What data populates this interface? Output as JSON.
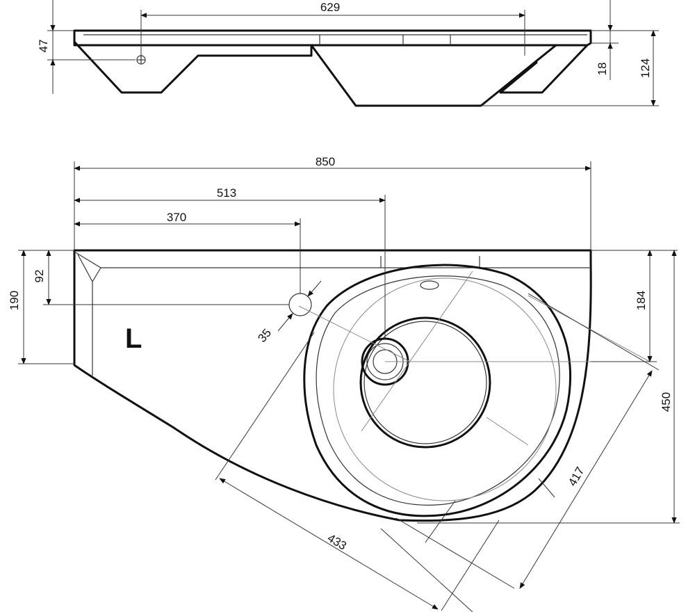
{
  "dimensions": {
    "top_width": "629",
    "top_left_height": "47",
    "top_right_small": "18",
    "top_right_height": "124",
    "total_width": "850",
    "drain_offset": "513",
    "tap_offset": "370",
    "left_height": "190",
    "tap_vertical": "92",
    "tap_diameter": "35",
    "right_small_height": "184",
    "total_height": "450",
    "diag_right": "417",
    "diag_bottom": "433"
  },
  "side_label": "L"
}
